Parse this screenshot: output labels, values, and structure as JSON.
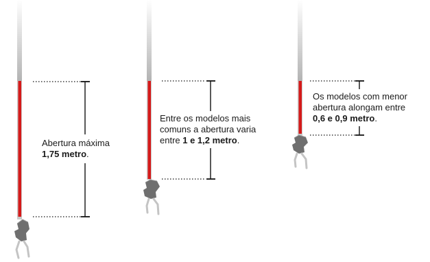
{
  "panels": [
    {
      "id": "max",
      "text_line1": "Abertura  máxima",
      "value_bold": "1,75 metro",
      "value_suffix": "."
    },
    {
      "id": "common",
      "text_line1": "Entre os modelos mais",
      "text_line2": "comuns a abertura varia",
      "range_prefix": "entre ",
      "value_bold": "1 e 1,2 metro",
      "value_suffix": "."
    },
    {
      "id": "smaller",
      "text_line1": "Os modelos com menor",
      "text_line2": "abertura alongam entre",
      "value_bold": "0,6 e 0,9 metro",
      "value_suffix": "."
    }
  ],
  "colors": {
    "cable": "#d51a1a",
    "pole": "#b5b5b5",
    "device": "#6f6f6f",
    "outline": "#9a9a9a",
    "guide": "#111111"
  }
}
